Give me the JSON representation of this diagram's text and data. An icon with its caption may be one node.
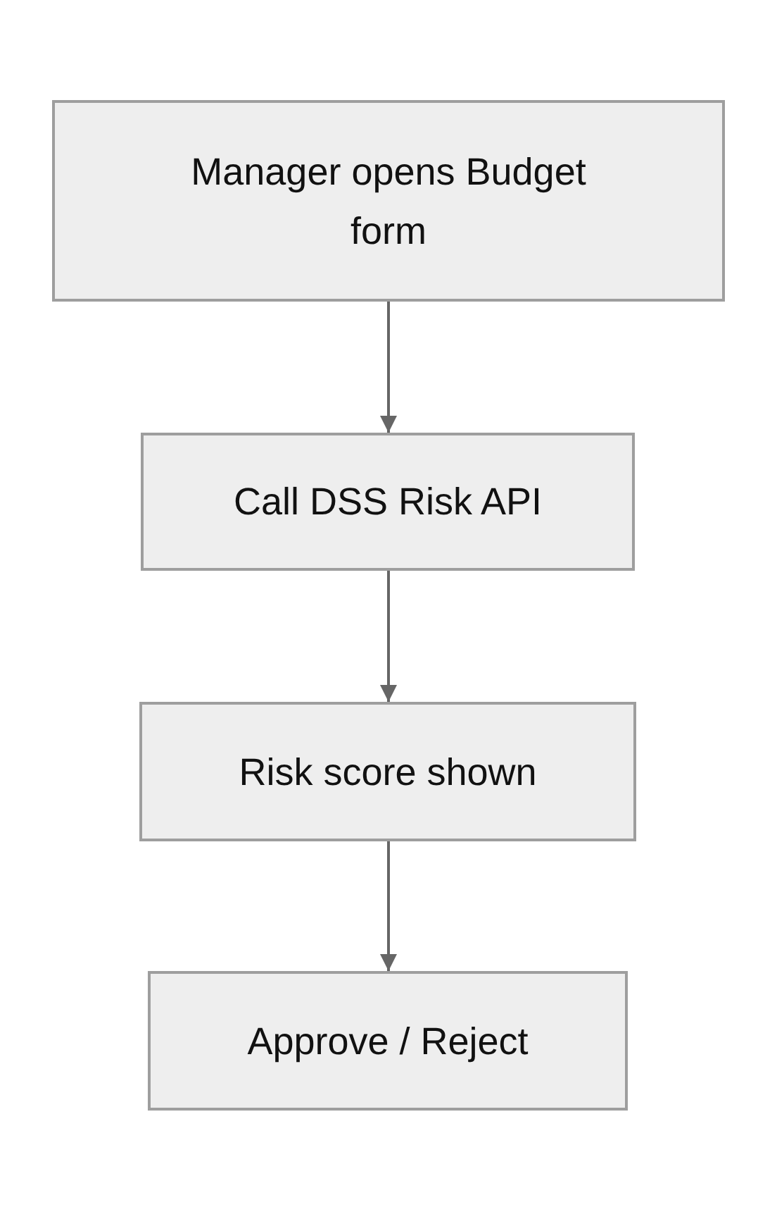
{
  "diagram": {
    "nodes": [
      {
        "text": [
          "Manager opens Budget form"
        ]
      },
      {
        "text": [
          "Call DSS Risk API"
        ]
      },
      {
        "text": [
          "Risk score shown"
        ]
      },
      {
        "text": [
          "Approve / Reject"
        ]
      }
    ],
    "edges": [
      {
        "from": 0,
        "to": 1,
        "arrow": "to"
      },
      {
        "from": 1,
        "to": 2,
        "arrow": "to"
      },
      {
        "from": 2,
        "to": 3,
        "arrow": "to"
      }
    ]
  }
}
